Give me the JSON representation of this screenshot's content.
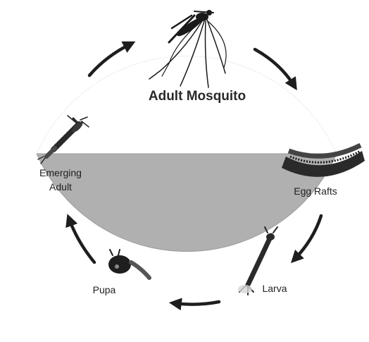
{
  "stages": {
    "adult": {
      "label": "Adult Mosquito",
      "icon": "mosquito-icon"
    },
    "egg_rafts": {
      "label": "Egg Rafts",
      "icon": "egg-raft-icon"
    },
    "larva": {
      "label": "Larva",
      "icon": "larva-icon"
    },
    "pupa": {
      "label": "Pupa",
      "icon": "pupa-icon"
    },
    "emerging": {
      "label_line1": "Emerging",
      "label_line2": "Adult",
      "icon": "emerging-adult-icon"
    }
  },
  "colors": {
    "water": "#b0b0b0",
    "water_edge": "#9c9c9c",
    "arrow": "#1e1e1e",
    "insect": "#1a1a1a",
    "label": "#1f1f1f"
  }
}
